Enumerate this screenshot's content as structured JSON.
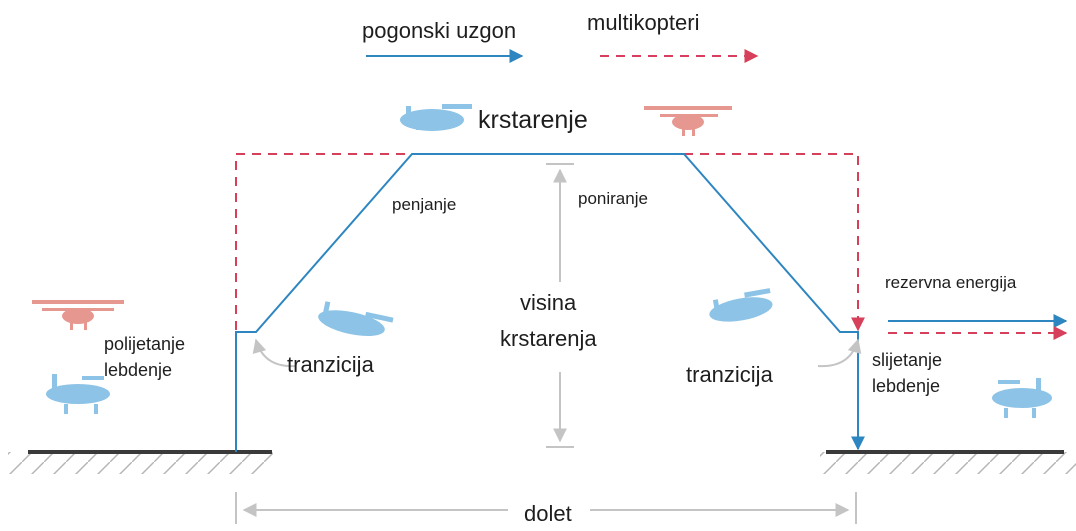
{
  "legend": {
    "propulsive_lift": "pogonski uzgon",
    "multicopter": "multikopteri"
  },
  "labels": {
    "cruise": "krstarenje",
    "climb": "penjanje",
    "descent": "poniranje",
    "cruise_altitude_line1": "visina",
    "cruise_altitude_line2": "krstarenja",
    "transition_left": "tranzicija",
    "transition_right": "tranzicija",
    "takeoff_line1": "polijetanje",
    "takeoff_line2": "lebdenje",
    "landing_line1": "slijetanje",
    "landing_line2": "lebdenje",
    "reserve_energy": "rezervna energija",
    "range": "dolet"
  },
  "colors": {
    "propulsive_lift": "#2e86c1",
    "multicopter": "#d6405a",
    "aircraft_blue": "#8cc3e6",
    "aircraft_red": "#e6978f",
    "ground": "#3a3a3a",
    "dimension": "#c4c4c4"
  }
}
